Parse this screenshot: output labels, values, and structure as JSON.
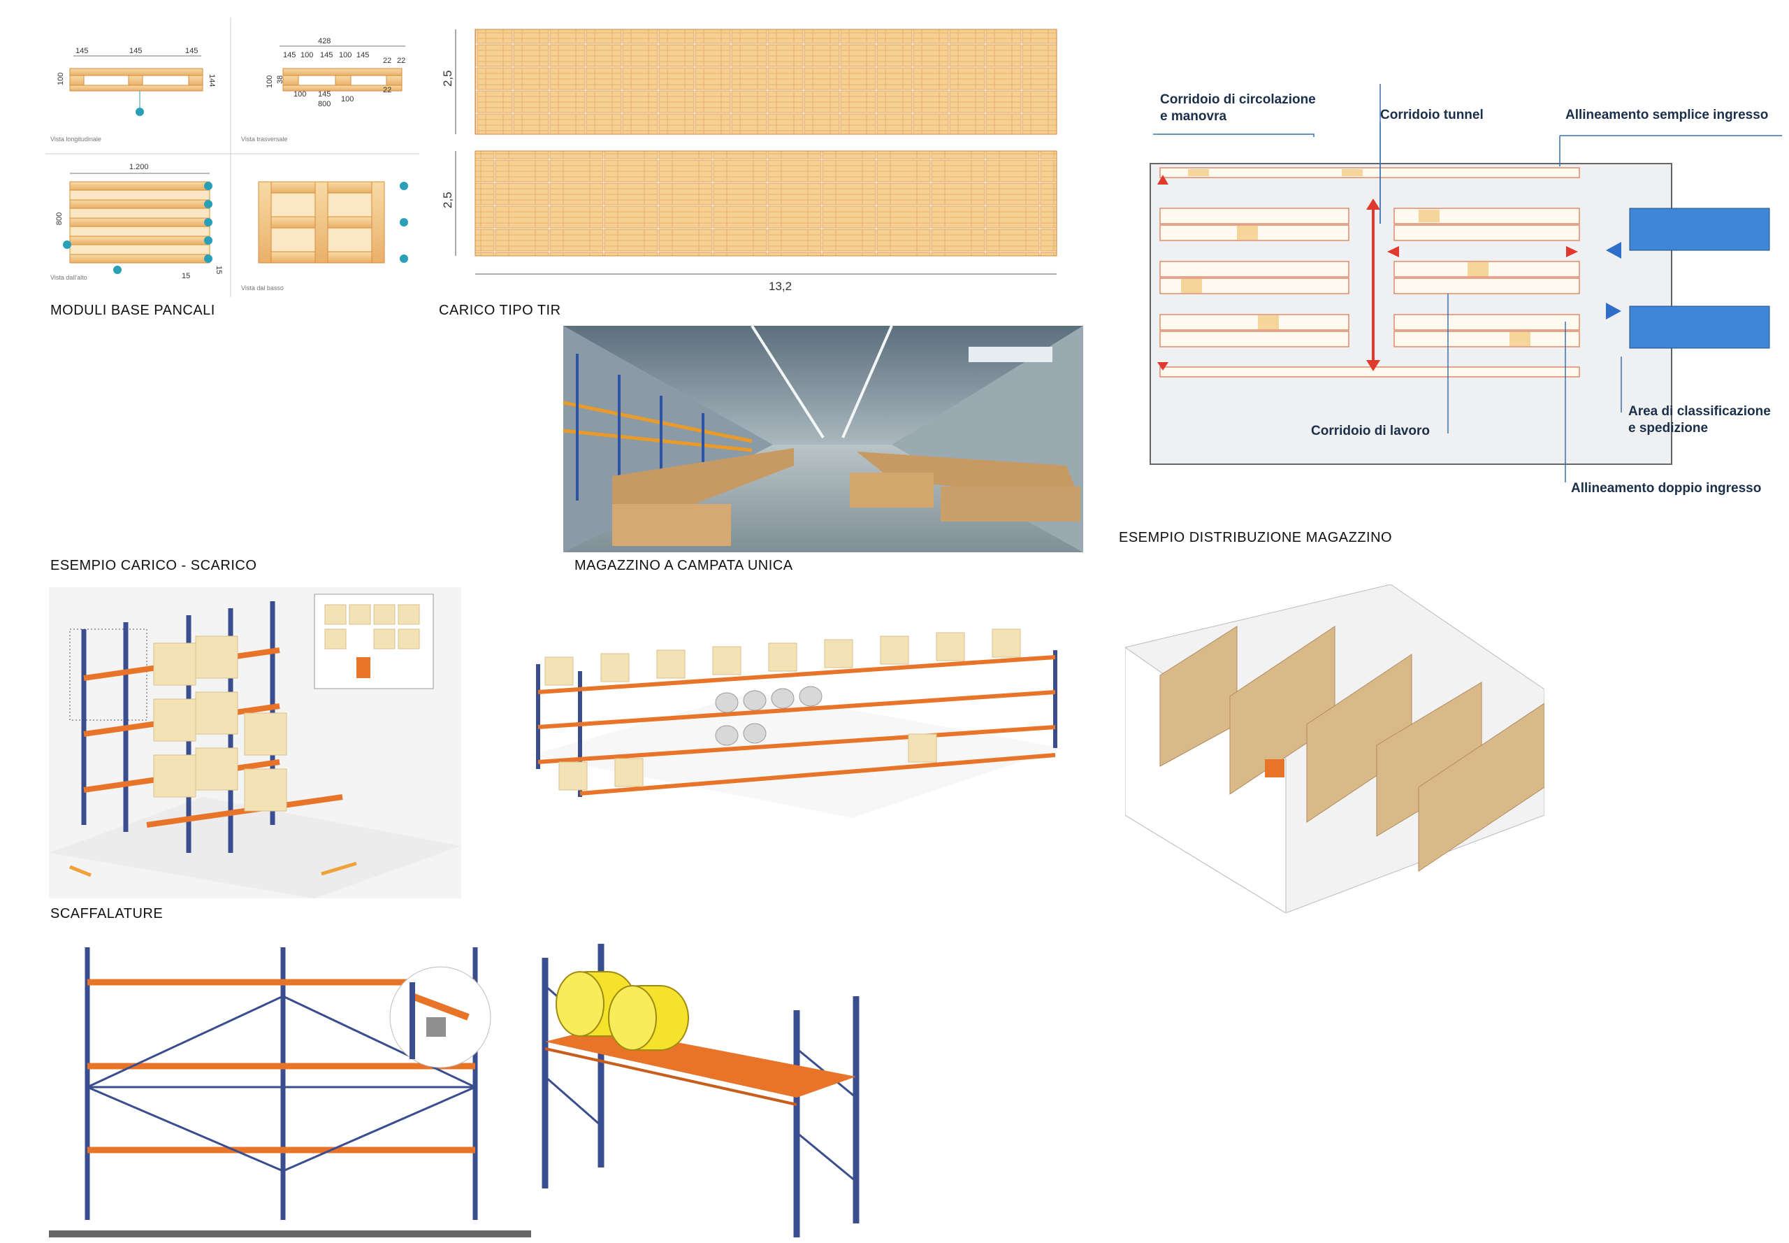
{
  "captions": {
    "moduli": "MODULI BASE PANCALI",
    "carico_tir": "CARICO TIPO TIR",
    "carico_scarico": "ESEMPIO CARICO - SCARICO",
    "campata_unica": "MAGAZZINO A CAMPATA UNICA",
    "distribuzione": "ESEMPIO DISTRIBUZIONE MAGAZZINO",
    "scaffalature": "SCAFFALATURE"
  },
  "pallet_dims": {
    "d145a": "145",
    "d145b": "145",
    "d145c": "145",
    "h100": "100",
    "h144": "144",
    "top_w": "428",
    "row2": [
      "145",
      "100",
      "145",
      "100",
      "145"
    ],
    "r22a": "22",
    "r22b": "22",
    "r22c": "22",
    "b100a": "100",
    "b145": "145",
    "b100b": "100",
    "b800": "800",
    "v100": "100",
    "v38": "38",
    "w1200": "1.200",
    "h800": "800",
    "s15a": "15",
    "s15b": "15",
    "view1": "Vista longitudinale",
    "view2": "Vista trasversale",
    "view3": "Vista dall'alto",
    "view4": "Vista dal basso"
  },
  "tir_dims": {
    "h_top": "2,5",
    "h_bottom": "2,5",
    "length": "13,2"
  },
  "layout_labels": {
    "corridoio_circolazione_1": "Corridoio di circolazione",
    "corridoio_circolazione_2": "e manovra",
    "corridoio_tunnel": "Corridoio tunnel",
    "allineamento_semplice": "Allineamento semplice ingresso",
    "corridoio_lavoro": "Corridoio di lavoro",
    "area_classificazione_1": "Area di classificazione",
    "area_classificazione_2": "e spedizione",
    "allineamento_doppio": "Allineamento doppio ingresso"
  },
  "colors": {
    "pallet_wood": "#f3c98b",
    "pallet_edge": "#d98c3a",
    "rack_blue": "#3a4d8f",
    "beam_orange": "#e8742a",
    "box_beige": "#f2e2b6",
    "drum_yellow": "#f5e22a",
    "layout_arrow_red": "#e03a2e",
    "layout_arrow_blue": "#2f6fc9",
    "truck_blue": "#3f86d6"
  }
}
